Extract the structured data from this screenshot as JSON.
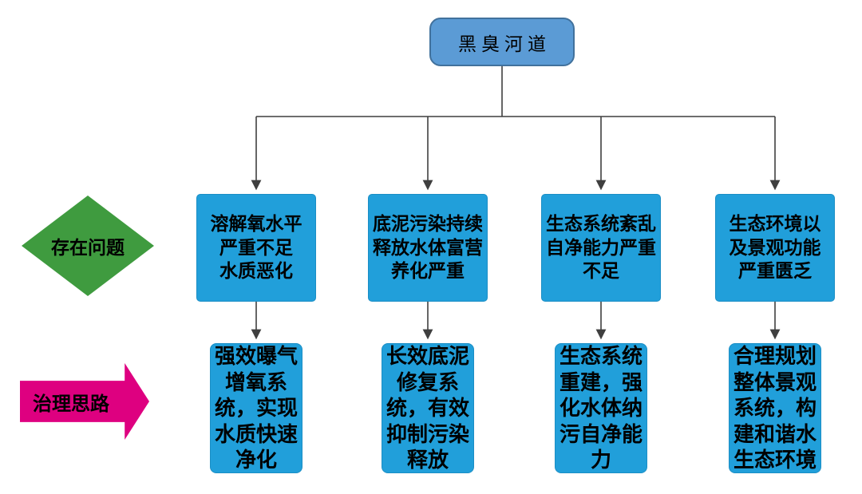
{
  "diagram": {
    "root_label": "黑臭河道",
    "row_labels": {
      "problems": "存在问题",
      "solutions": "治理思路"
    },
    "problems": [
      "溶解氧水平\n严重不足\n水质恶化",
      "底泥污染持续\n释放水体富营\n养化严重",
      "生态系统紊乱\n自净能力严重\n不足",
      "生态环境以\n及景观功能\n严重匮乏"
    ],
    "solutions": [
      "强效曝气\n增氧系\n统，实现\n水质快速\n净化",
      "长效底泥\n修复系\n统，有效\n抑制污染\n释放",
      "生态系统\n重建，强\n化水体纳\n污自净能\n力",
      "合理规划\n整体景观\n系统，构\n建和谐水\n生态环境"
    ],
    "colors": {
      "root_fill": "#5B9BD5",
      "root_border": "#41719C",
      "box_fill": "#219FDA",
      "diamond_fill": "#3F9B3F",
      "arrow_fill": "#DE0080",
      "connector": "#3F3F3F"
    }
  }
}
